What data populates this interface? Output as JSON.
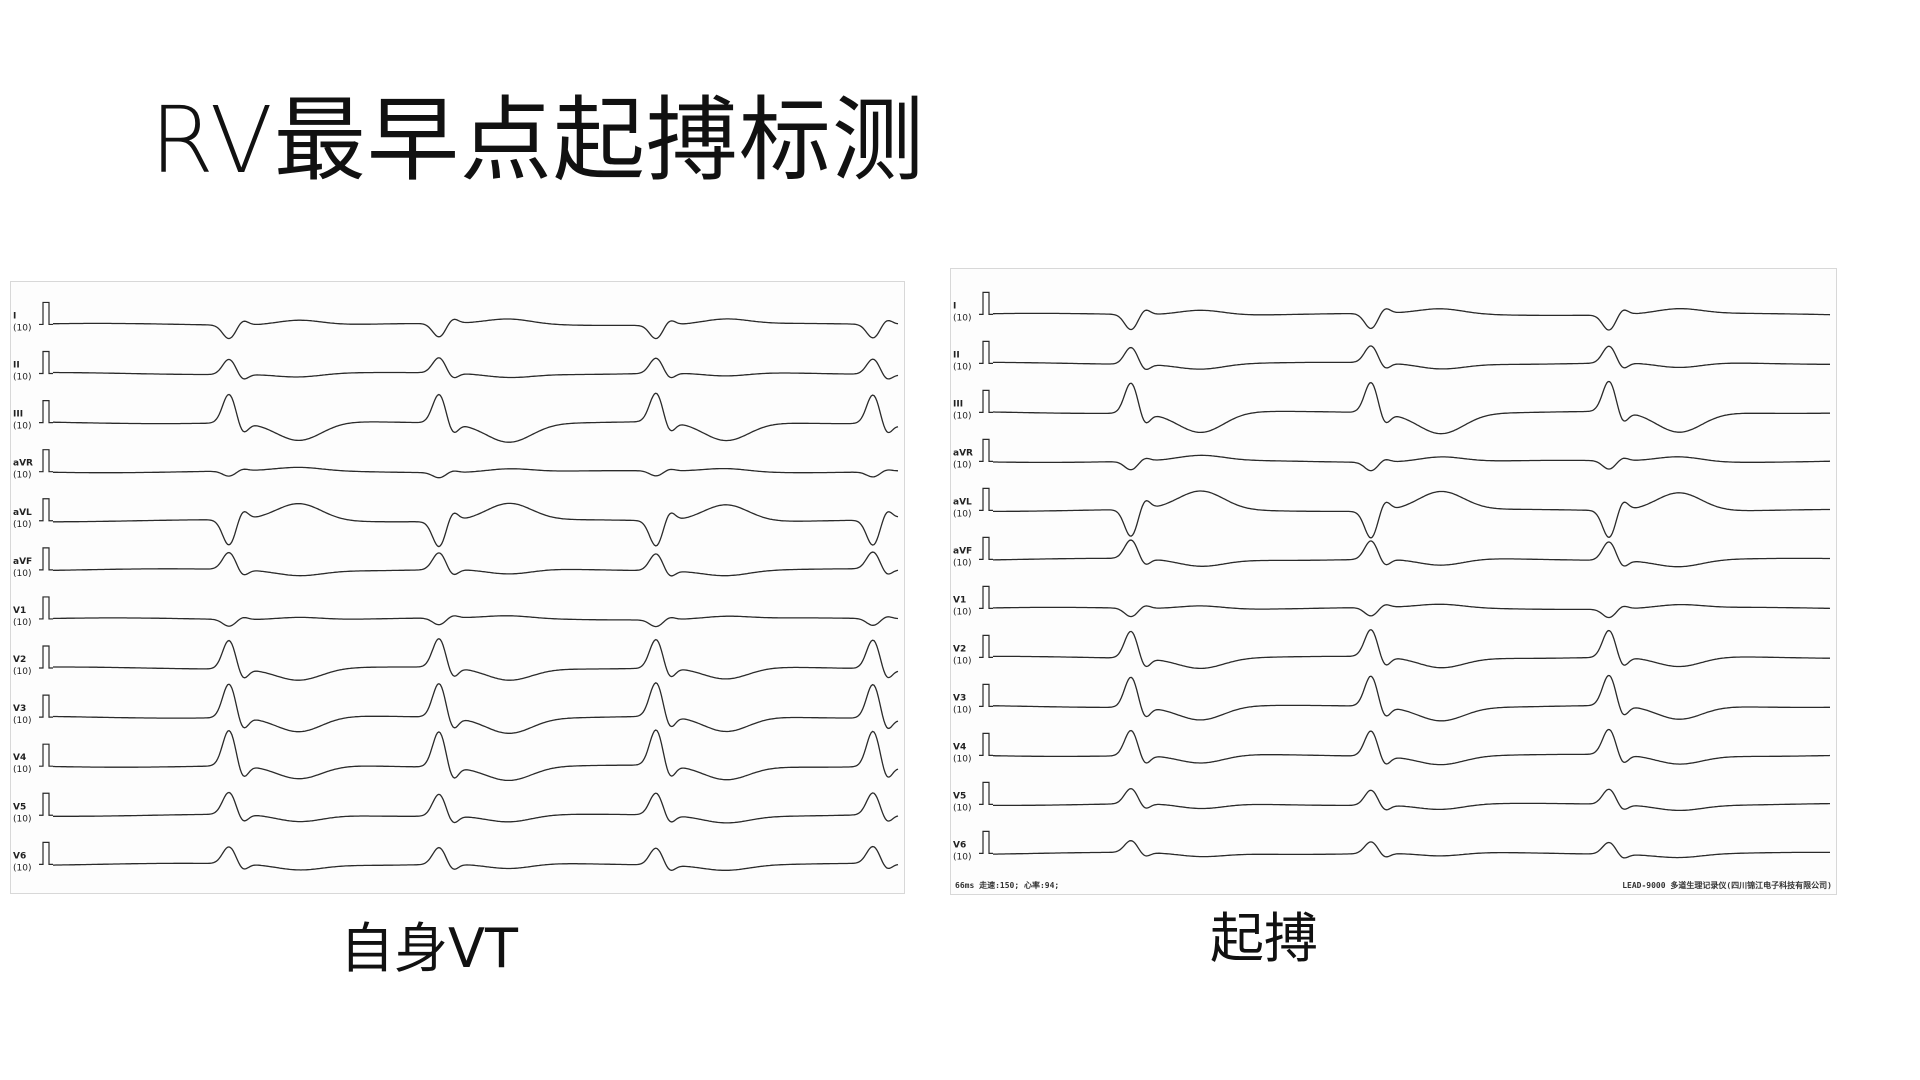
{
  "slide": {
    "title": "RV最早点起搏标测"
  },
  "panels": {
    "left": {
      "caption": "自身VT",
      "leads": [
        {
          "name": "I",
          "gain": "(10)"
        },
        {
          "name": "II",
          "gain": "(10)"
        },
        {
          "name": "III",
          "gain": "(10)"
        },
        {
          "name": "aVR",
          "gain": "(10)"
        },
        {
          "name": "aVL",
          "gain": "(10)"
        },
        {
          "name": "aVF",
          "gain": "(10)"
        },
        {
          "name": "V1",
          "gain": "(10)"
        },
        {
          "name": "V2",
          "gain": "(10)"
        },
        {
          "name": "V3",
          "gain": "(10)"
        },
        {
          "name": "V4",
          "gain": "(10)"
        },
        {
          "name": "V5",
          "gain": "(10)"
        },
        {
          "name": "V6",
          "gain": "(10)"
        }
      ]
    },
    "right": {
      "caption": "起搏",
      "leads": [
        {
          "name": "I",
          "gain": "(10)"
        },
        {
          "name": "II",
          "gain": "(10)"
        },
        {
          "name": "III",
          "gain": "(10)"
        },
        {
          "name": "aVR",
          "gain": "(10)"
        },
        {
          "name": "aVL",
          "gain": "(10)"
        },
        {
          "name": "aVF",
          "gain": "(10)"
        },
        {
          "name": "V1",
          "gain": "(10)"
        },
        {
          "name": "V2",
          "gain": "(10)"
        },
        {
          "name": "V3",
          "gain": "(10)"
        },
        {
          "name": "V4",
          "gain": "(10)"
        },
        {
          "name": "V5",
          "gain": "(10)"
        },
        {
          "name": "V6",
          "gain": "(10)"
        }
      ],
      "footer_left": "66ms  走速:150; 心率:94;",
      "footer_right": "LEAD-9000 多道生理记录仪(四川锦江电子科技有限公司)"
    }
  },
  "colors": {
    "trace": "#2a2a2a",
    "background": "#ffffff"
  }
}
